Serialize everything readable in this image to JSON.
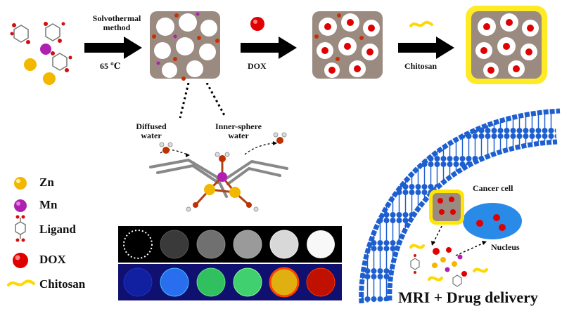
{
  "step1": {
    "label_line1": "Solvothermal",
    "label_line2": "method",
    "temperature": "65 ℃"
  },
  "step2": {
    "label": "DOX"
  },
  "step3": {
    "label": "Chitosan"
  },
  "structure": {
    "diffused_water": "Diffused",
    "diffused_water2": "water",
    "inner_water": "Inner-sphere",
    "inner_water2": "water"
  },
  "legend": {
    "zn": "Zn",
    "mn": "Mn",
    "ligand": "Ligand",
    "dox": "DOX",
    "chitosan": "Chitosan"
  },
  "cell": {
    "cancer_cell": "Cancer cell",
    "nucleus": "Nucleus",
    "bottom_title": "MRI + Drug delivery"
  },
  "colors": {
    "zn": "#f2b800",
    "mn": "#b020b0",
    "dox": "#e00000",
    "chitosan": "#ffe000",
    "membrane": "#1e5fd0",
    "nucleus": "#2a8ae8"
  }
}
